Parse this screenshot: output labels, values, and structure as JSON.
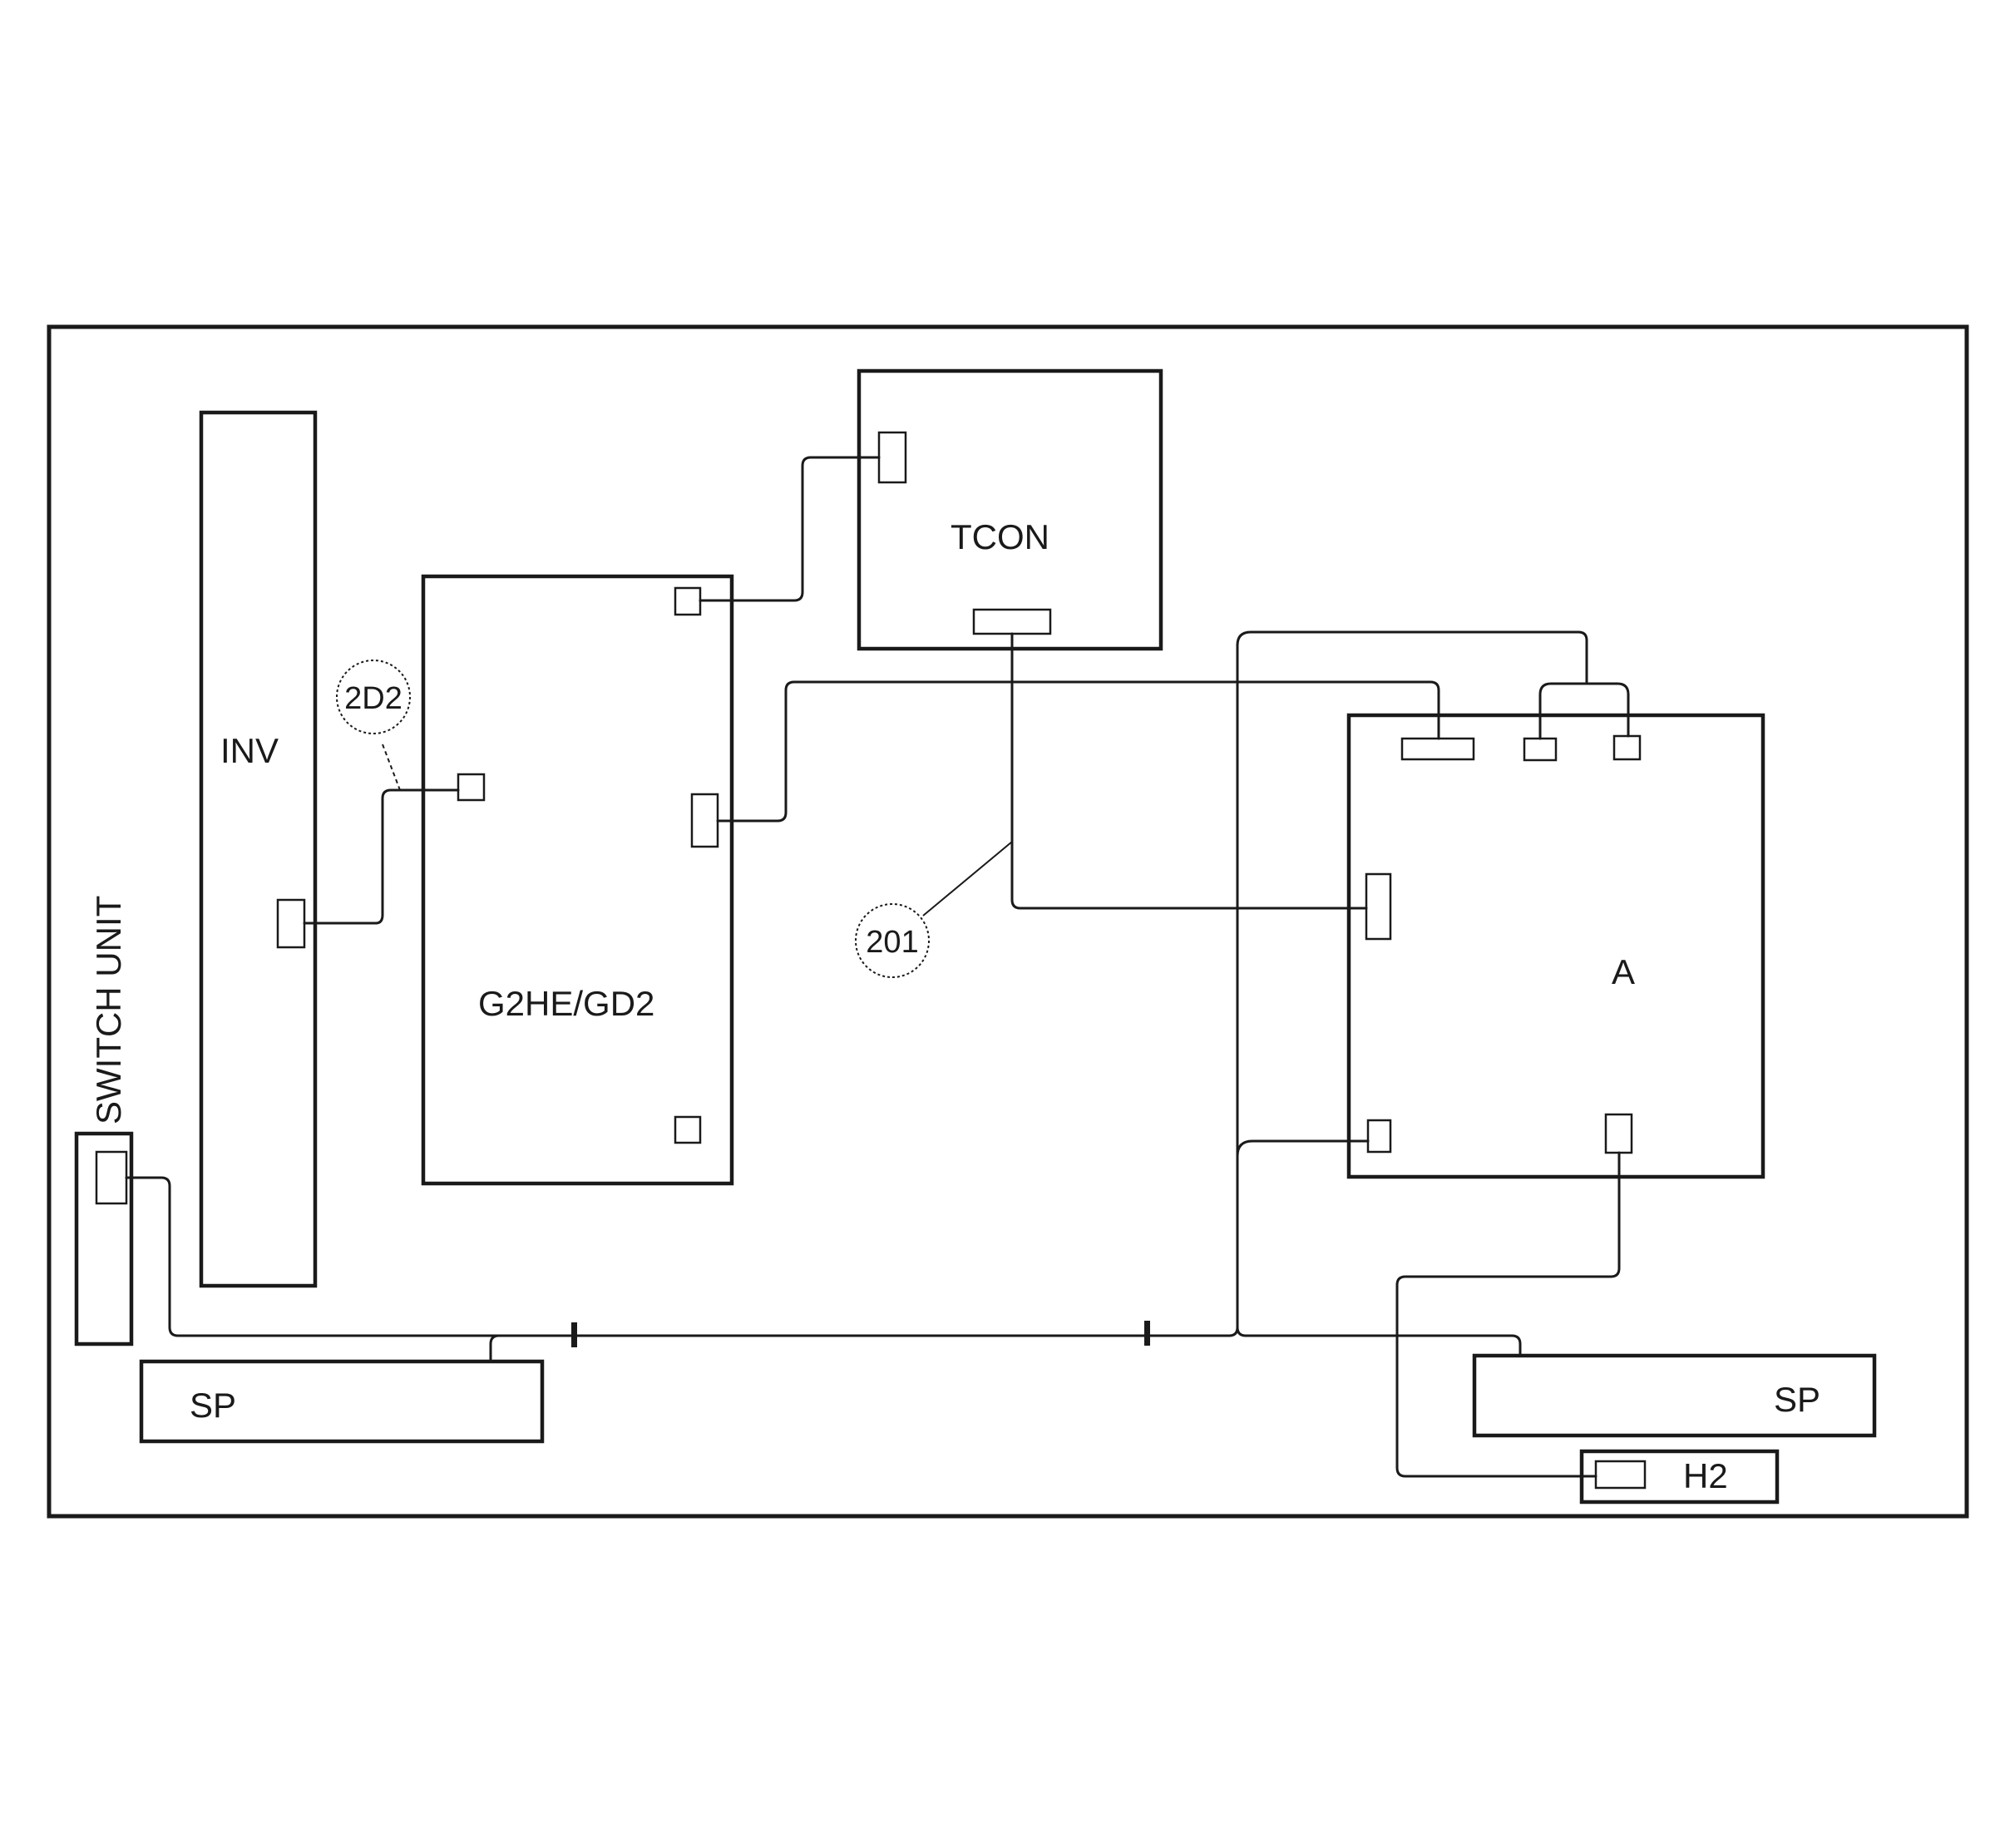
{
  "diagram": {
    "boards": {
      "inv": "INV",
      "main": "G2HE/GD2",
      "tcon": "TCON",
      "a": "A",
      "switch_unit": "SWITCH UNIT",
      "sp_left": "SP",
      "sp_right": "SP",
      "h2": "H2"
    },
    "callouts": {
      "c202": "2D2",
      "c201": "201"
    }
  }
}
